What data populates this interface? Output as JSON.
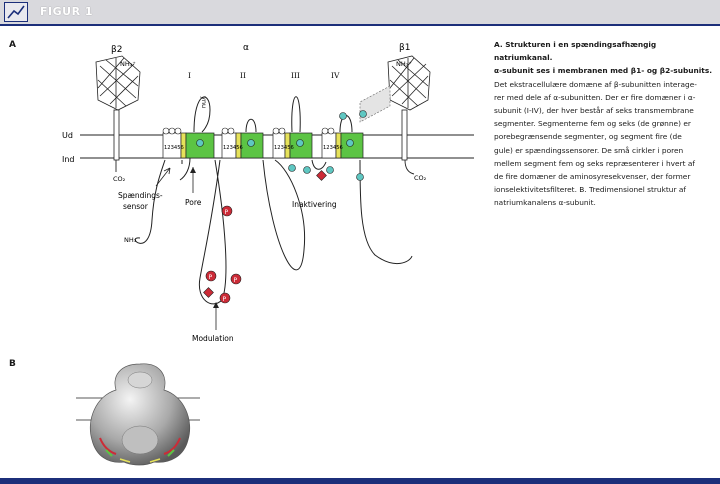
{
  "header": {
    "figure_title": "FIGUR 1"
  },
  "panels": {
    "a": "A",
    "b": "B"
  },
  "labels": {
    "beta2": "β2",
    "alpha": "α",
    "beta1": "β1",
    "nh3_plus": "NH₃⁺",
    "ud": "Ud",
    "ind": "Ind",
    "co2": "CO₂",
    "nh3": "NH₃",
    "spaendingssensor_1": "Spændings-",
    "spaendingssensor_2": "sensor",
    "pore": "Pore",
    "inaktivering": "Inaktivering",
    "modulation": "Modulation",
    "ynu": "ynu",
    "p": "P",
    "domain_I": "I",
    "domain_II": "II",
    "domain_III": "III",
    "domain_IV": "IV",
    "segments": "123456"
  },
  "caption": {
    "l1": "A. Strukturen i en spændingsafhængig natriumkanal.",
    "l2a": "α-subunit ses i membranen med ",
    "l2b": "β1- og β2-subunits",
    "l2c": ".",
    "l3": "Det ekstracellulære domæne af β-subunitten interage-",
    "l4": "rer med dele af α-subunitten. Der er fire domæner i α-",
    "l5": "subunit (I-IV), der hver består af seks transmembrane",
    "l6": "segmenter. Segmenterne fem og seks (de grønne) er",
    "l7": "porebegrænsende segmenter, og segment fire (de",
    "l8": "gule) er spændingssensorer. De små cirkler i poren",
    "l9": "mellem segment fem og seks repræsenterer i hvert af",
    "l10": "de fire domæner de aminosyresekvenser, der former",
    "l11": "ionselektivitetsfilteret. B. Tredimensionel struktur af",
    "l12": "natriumkanalens α-subunit."
  },
  "colors": {
    "green": "#5cc444",
    "yellow": "#e6e25a",
    "teal": "#5fc7c2",
    "red": "#cc2b37",
    "navy": "#1c2f7a"
  }
}
